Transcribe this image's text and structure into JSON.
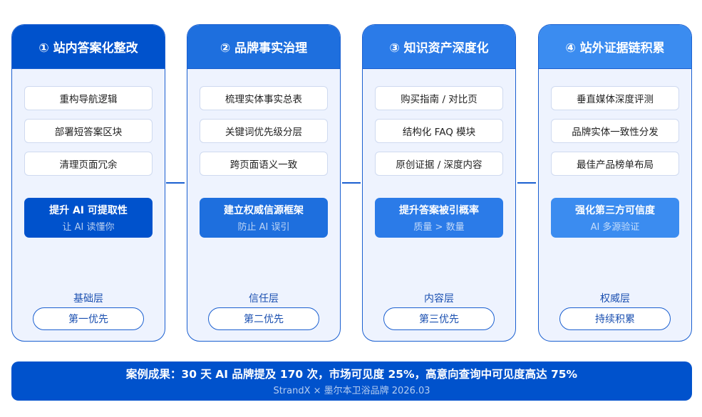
{
  "columns": [
    {
      "title": "① 站内答案化整改",
      "color": "#0052CC",
      "items": [
        "重构导航逻辑",
        "部署短答案区块",
        "清理页面冗余"
      ],
      "highlight": {
        "title": "提升 AI 可提取性",
        "sub": "让 AI 读懂你"
      },
      "layer": "基础层",
      "priority": "第一优先"
    },
    {
      "title": "② 品牌事实治理",
      "color": "#1E6FDE",
      "items": [
        "梳理实体事实总表",
        "关键词优先级分层",
        "跨页面语义一致"
      ],
      "highlight": {
        "title": "建立权威信源框架",
        "sub": "防止 AI 误引"
      },
      "layer": "信任层",
      "priority": "第二优先"
    },
    {
      "title": "③ 知识资产深度化",
      "color": "#2B7BE8",
      "items": [
        "购买指南 / 对比页",
        "结构化 FAQ 模块",
        "原创证据 / 深度内容"
      ],
      "highlight": {
        "title": "提升答案被引概率",
        "sub": "质量 > 数量"
      },
      "layer": "内容层",
      "priority": "第三优先"
    },
    {
      "title": "④ 站外证据链积累",
      "color": "#3B8CF0",
      "items": [
        "垂直媒体深度评测",
        "品牌实体一致性分发",
        "最佳产品榜单布局"
      ],
      "highlight": {
        "title": "强化第三方可信度",
        "sub": "AI 多源验证"
      },
      "layer": "权威层",
      "priority": "持续积累"
    }
  ],
  "banner": {
    "main": "案例成果：30 天 AI 品牌提及 170 次，市场可见度 25%，高意向查询中可见度高达 75%",
    "sub": "StrandX × 墨尔本卫浴品牌 2026.03"
  }
}
